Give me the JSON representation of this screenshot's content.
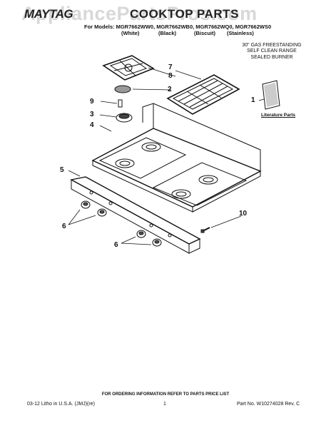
{
  "header": {
    "watermark": "AppliancePartsPros.com",
    "brand": "MAYTAG",
    "section_title": "COOKTOP PARTS",
    "models_line": "For Models: MGR7662WW0, MGR7662WB0, MGR7662WQ0, MGR7662WS0",
    "colors": [
      "(White)",
      "(Black)",
      "(Biscuit)",
      "(Stainless)"
    ]
  },
  "description": [
    "30\" GAS FREESTANDING",
    "SELF CLEAN RANGE",
    "SEALED BURNER"
  ],
  "callouts": [
    "1",
    "2",
    "3",
    "4",
    "5",
    "6",
    "6",
    "7",
    "8",
    "9",
    "10"
  ],
  "literature_label": "Literature Parts",
  "footer": {
    "ordering_note": "FOR ORDERING INFORMATION REFER TO PARTS PRICE LIST",
    "litho": "03-12  Litho in U.S.A. (JMJ)(re)",
    "page": "1",
    "part_no": "Part No. W10274028 Rev. C"
  }
}
